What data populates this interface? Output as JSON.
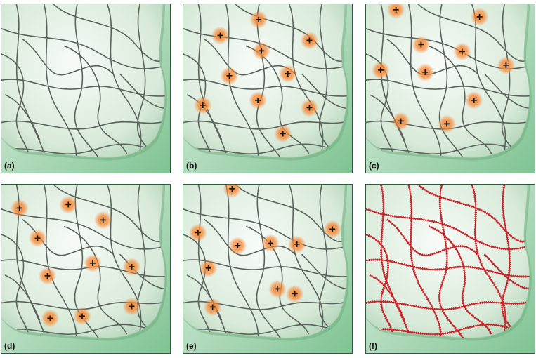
{
  "panels": [
    {
      "id": "a",
      "label": "(a)",
      "charge_count": 0,
      "crosslinked": false
    },
    {
      "id": "b",
      "label": "(b)",
      "charge_count": 10,
      "crosslinked": false
    },
    {
      "id": "c",
      "label": "(c)",
      "charge_count": 10,
      "crosslinked": false
    },
    {
      "id": "d",
      "label": "(d)",
      "charge_count": 10,
      "crosslinked": false
    },
    {
      "id": "e",
      "label": "(e)",
      "charge_count": 10,
      "crosslinked": false
    },
    {
      "id": "f",
      "label": "(f)",
      "charge_count": 0,
      "crosslinked": true
    }
  ],
  "colors": {
    "background_light": "#e6f2e8",
    "background_dark": "#7fc493",
    "fiber": "#5a625c",
    "crosslinked_fiber": "#c8262c",
    "charge_glow": "#f58a3a",
    "charge_sign": "#1a1a1a"
  },
  "charge_symbol": "+"
}
